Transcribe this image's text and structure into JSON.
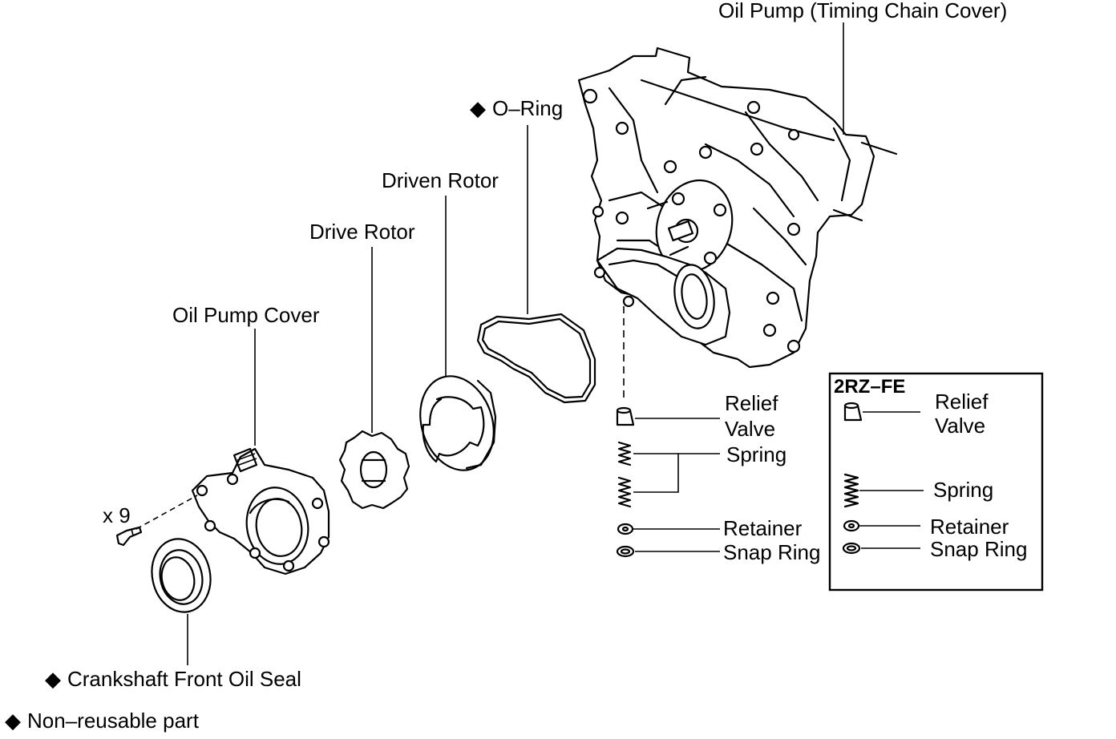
{
  "labels": {
    "timing_chain_cover": "Oil Pump (Timing Chain Cover)",
    "o_ring": "O–Ring",
    "driven_rotor": "Driven Rotor",
    "drive_rotor": "Drive Rotor",
    "oil_pump_cover": "Oil Pump Cover",
    "bolt_qty": "x 9",
    "crankshaft_seal": "Crankshaft Front Oil Seal",
    "relief_valve_1": "Relief",
    "relief_valve_2": "Valve",
    "spring": "Spring",
    "retainer": "Retainer",
    "snap_ring": "Snap Ring"
  },
  "inset": {
    "title": "2RZ–FE",
    "relief_valve_1": "Relief",
    "relief_valve_2": "Valve",
    "spring": "Spring",
    "retainer": "Retainer",
    "snap_ring": "Snap Ring"
  },
  "legend": {
    "symbol": "◆",
    "text": "Non–reusable part"
  },
  "marks": {
    "non_reusable": "◆"
  }
}
